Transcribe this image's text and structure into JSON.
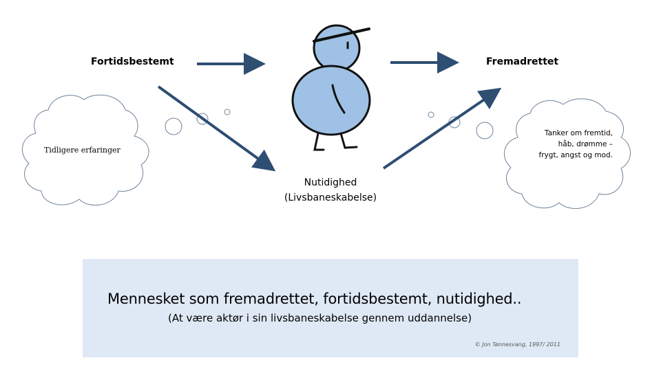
{
  "labels": {
    "past": "Fortidsbestemt",
    "future": "Fremadrettet",
    "present_line1": "Nutidighed",
    "present_line2": "(Livsbaneskabelse)",
    "experiences": "Tidligere erfaringer",
    "thoughts_lines": [
      "Tanker om fremtid,",
      "håb, drømme –",
      "frygt, angst og mod."
    ]
  },
  "caption": {
    "title": "Mennesket som fremadrettet, fortidsbestemt, nutidighed..",
    "subtitle": "(At være aktør i sin livsbaneskabelse gennem uddannelse)",
    "credit": "© Jon Tønnesvang, 1997/ 2011"
  },
  "colors": {
    "arrow": "#2e4e72",
    "figure_fill": "#9fc1e5",
    "figure_stroke": "#111111",
    "cloud_stroke": "#6f8399",
    "caption_bg": "#dfe9f5"
  }
}
